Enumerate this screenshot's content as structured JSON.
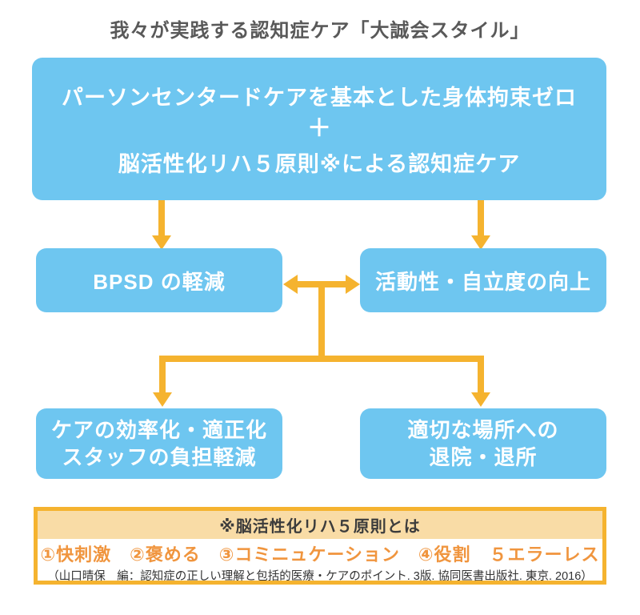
{
  "title": "我々が実践する認知症ケア「大誠会スタイル」",
  "colors": {
    "box_blue": "#6EC6F0",
    "arrow_orange": "#F5B32F",
    "note_header_peach": "#F9DCA6",
    "principles_orange": "#F0953E",
    "title_gray": "#595959"
  },
  "top_box": {
    "line1": "パーソンセンタードケアを基本とした身体拘束ゼロ",
    "plus": "＋",
    "line2": "脳活性化リハ５原則※による認知症ケア"
  },
  "middle_row": {
    "left_box": "BPSD の軽減",
    "right_box": "活動性・自立度の向上"
  },
  "bottom_row": {
    "left_box_line1": "ケアの効率化・適正化",
    "left_box_line2": "スタッフの負担軽減",
    "right_box_line1": "適切な場所への",
    "right_box_line2": "退院・退所"
  },
  "note_box": {
    "header": "※脳活性化リハ５原則とは",
    "principles": "①快刺激　②褒める　③コミニュケーション　④役割　５エラーレス",
    "citation": "（山口晴保　編：認知症の正しい理解と包括的医療・ケアのポイント. 3版. 協同医書出版社. 東京. 2016）"
  }
}
